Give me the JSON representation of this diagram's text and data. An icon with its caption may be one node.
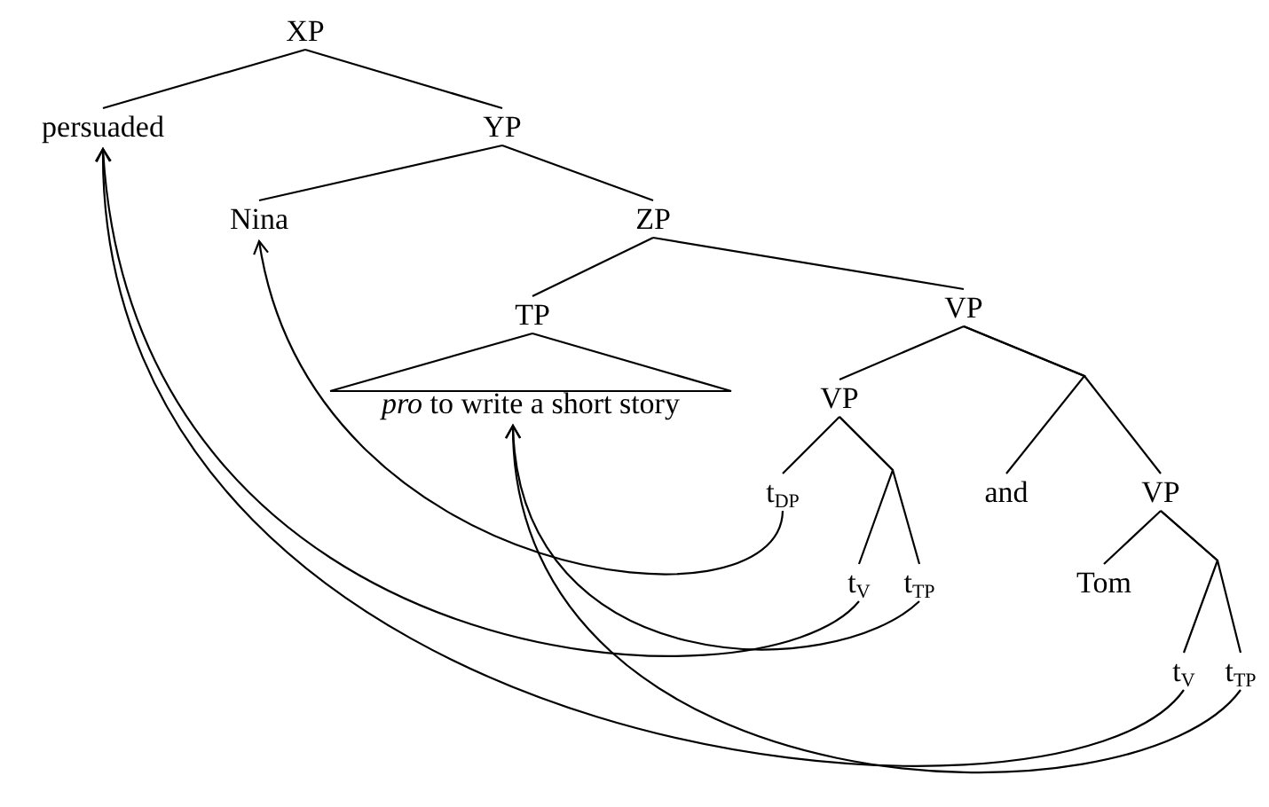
{
  "diagram": {
    "nodes": [
      {
        "text": [
          "XP"
        ]
      },
      {
        "text": [
          "persuaded"
        ]
      },
      {
        "text": [
          "YP"
        ]
      },
      {
        "text": [
          "Nina"
        ]
      },
      {
        "text": [
          "ZP"
        ]
      },
      {
        "text": [
          "TP"
        ]
      },
      {
        "text": [
          "VP"
        ]
      },
      {
        "text": [
          "*pro* to write a short story"
        ]
      },
      {
        "text": [
          "VP"
        ]
      },
      {
        "text": [
          "t$_{DP}$"
        ]
      },
      {
        "text": [
          "and"
        ]
      },
      {
        "text": [
          "VP"
        ]
      },
      {
        "text": [
          "t$_{V}$"
        ]
      },
      {
        "text": [
          "t$_{TP}$"
        ]
      },
      {
        "text": [
          "Tom"
        ]
      },
      {
        "text": [
          "t$_{V}$"
        ]
      },
      {
        "text": [
          "t$_{TP}$"
        ]
      }
    ],
    "edges": [
      {
        "from": 0,
        "to": 1,
        "arrow": "none"
      },
      {
        "from": 0,
        "to": 2,
        "arrow": "none"
      },
      {
        "from": 2,
        "to": 3,
        "arrow": "none"
      },
      {
        "from": 2,
        "to": 4,
        "arrow": "none"
      },
      {
        "from": 4,
        "to": 5,
        "arrow": "none"
      },
      {
        "from": 4,
        "to": 6,
        "arrow": "none"
      },
      {
        "from": 5,
        "to": 7,
        "arrow": "none"
      },
      {
        "from": 6,
        "to": 8,
        "arrow": "none"
      },
      {
        "from": 6,
        "to": 10,
        "arrow": "none"
      },
      {
        "from": 6,
        "to": 11,
        "arrow": "none"
      },
      {
        "from": 8,
        "to": 9,
        "arrow": "none"
      },
      {
        "from": 8,
        "to": 12,
        "arrow": "none"
      },
      {
        "from": 8,
        "to": 13,
        "arrow": "none"
      },
      {
        "from": 11,
        "to": 14,
        "arrow": "none"
      },
      {
        "from": 11,
        "to": 15,
        "arrow": "none"
      },
      {
        "from": 11,
        "to": 16,
        "arrow": "none"
      },
      {
        "from": 9,
        "to": 3,
        "arrow": "to"
      },
      {
        "from": 12,
        "to": 1,
        "arrow": "to"
      },
      {
        "from": 13,
        "to": 7,
        "arrow": "to"
      },
      {
        "from": 15,
        "to": 1,
        "arrow": "to"
      },
      {
        "from": 16,
        "to": 7,
        "arrow": "to"
      }
    ]
  }
}
